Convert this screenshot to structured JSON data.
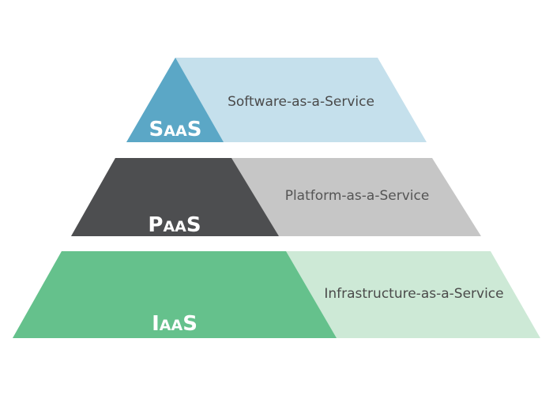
{
  "layers": [
    {
      "id": "saas",
      "abbr_first": "S",
      "abbr_middle": "AA",
      "abbr_last": "S",
      "full_name": "Software-as-a-Service",
      "dark_color": "#5ba7c6",
      "light_color": "#c5e0ec",
      "full_text_color": "#4a4a4a"
    },
    {
      "id": "paas",
      "abbr_first": "P",
      "abbr_middle": "AA",
      "abbr_last": "S",
      "full_name": "Platform-as-a-Service",
      "dark_color": "#4d4e50",
      "light_color": "#c6c6c6",
      "full_text_color": "#555555"
    },
    {
      "id": "iaas",
      "abbr_first": "I",
      "abbr_middle": "AA",
      "abbr_last": "S",
      "full_name": "Infrastructure-as-a-Service",
      "dark_color": "#65c18c",
      "light_color": "#cde9d6",
      "full_text_color": "#4a4a4a"
    }
  ]
}
